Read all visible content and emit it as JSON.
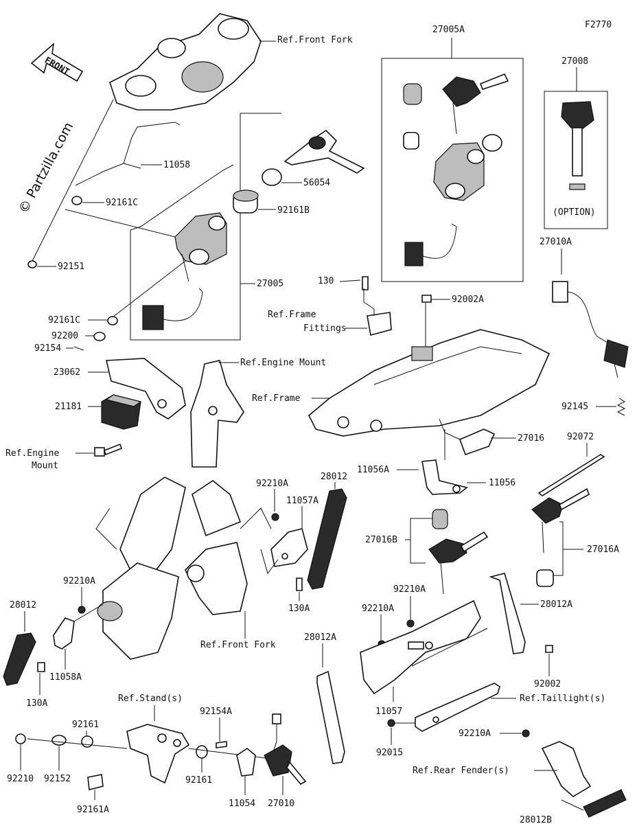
{
  "diagram_id": "F2770",
  "watermark": "© Partzilla.com",
  "front_arrow": "FRONT",
  "option_text": "(OPTION)",
  "labels": {
    "ref_front_fork_top": "Ref.Front Fork",
    "p11058": "11058",
    "p92161C_top": "92161C",
    "p92151": "92151",
    "p56054": "56054",
    "p92161B": "92161B",
    "p27005": "27005",
    "p92161C": "92161C",
    "p92200": "92200",
    "p92154": "92154",
    "p23062": "23062",
    "p21181": "21181",
    "ref_engine_mount_left_1": "Ref.Engine",
    "ref_engine_mount_left_2": "Mount",
    "ref_engine_mount": "Ref.Engine Mount",
    "p27005A": "27005A",
    "p27008": "27008",
    "p27010A": "27010A",
    "p130": "130",
    "p92002A": "92002A",
    "ref_frame_fittings_1": "Ref.Frame",
    "ref_frame_fittings_2": "Fittings",
    "ref_frame": "Ref.Frame",
    "p92145": "92145",
    "p27016": "27016",
    "p92072": "92072",
    "p11056A": "11056A",
    "p11056": "11056",
    "p92210A_a": "92210A",
    "p11057A": "11057A",
    "p28012_top": "28012",
    "p27016B": "27016B",
    "p27016A": "27016A",
    "p130A_mid": "130A",
    "p92210A_left": "92210A",
    "p28012_left": "28012",
    "p11058A": "11058A",
    "p130A_left": "130A",
    "ref_front_fork_bottom": "Ref.Front Fork",
    "p92210A_b": "92210A",
    "p92210A_c": "92210A",
    "p28012A_right": "28012A",
    "p28012A_left": "28012A",
    "p92002": "92002",
    "ref_taillight": "Ref.Taillight(s)",
    "p11057": "11057",
    "p92015": "92015",
    "p92210A_d": "92210A",
    "ref_rear_fender": "Ref.Rear Fender(s)",
    "p28012B": "28012B",
    "ref_stand": "Ref.Stand(s)",
    "p92154A": "92154A",
    "p92161_a": "92161",
    "p92210": "92210",
    "p92152": "92152",
    "p92161A": "92161A",
    "p92161_b": "92161",
    "p11054": "11054",
    "p27010": "27010"
  }
}
